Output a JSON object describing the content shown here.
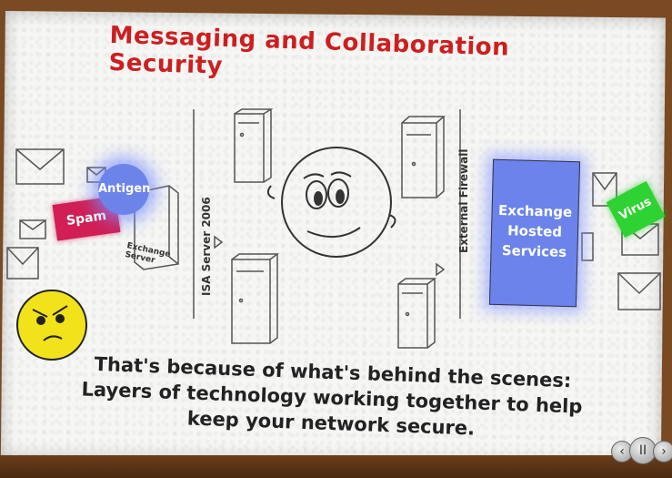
{
  "title": "Messaging and Collaboration Security",
  "caption": {
    "line1": "That's because of what's behind the scenes:",
    "line2": "Layers of technology working together to help",
    "line3": "keep your network secure."
  },
  "labels": {
    "spam": "Spam",
    "antigen": "Antigen",
    "isa_server": "ISA Server 2006",
    "exchange_server_line1": "Exchange",
    "exchange_server_line2": "Server",
    "external_firewall": "External Firewall",
    "ehs_line1": "Exchange",
    "ehs_line2": "Hosted",
    "ehs_line3": "Services",
    "green_tag": "Virus"
  },
  "controls": {
    "prev": "‹",
    "pause": "II",
    "next": "›"
  },
  "colors": {
    "title": "#cc1f1f",
    "spam": "#d11e55",
    "antigen": "#6c83ea",
    "ehs": "#6b83ea",
    "green_tag": "#2fd233",
    "angry_face": "#f2e21a"
  }
}
